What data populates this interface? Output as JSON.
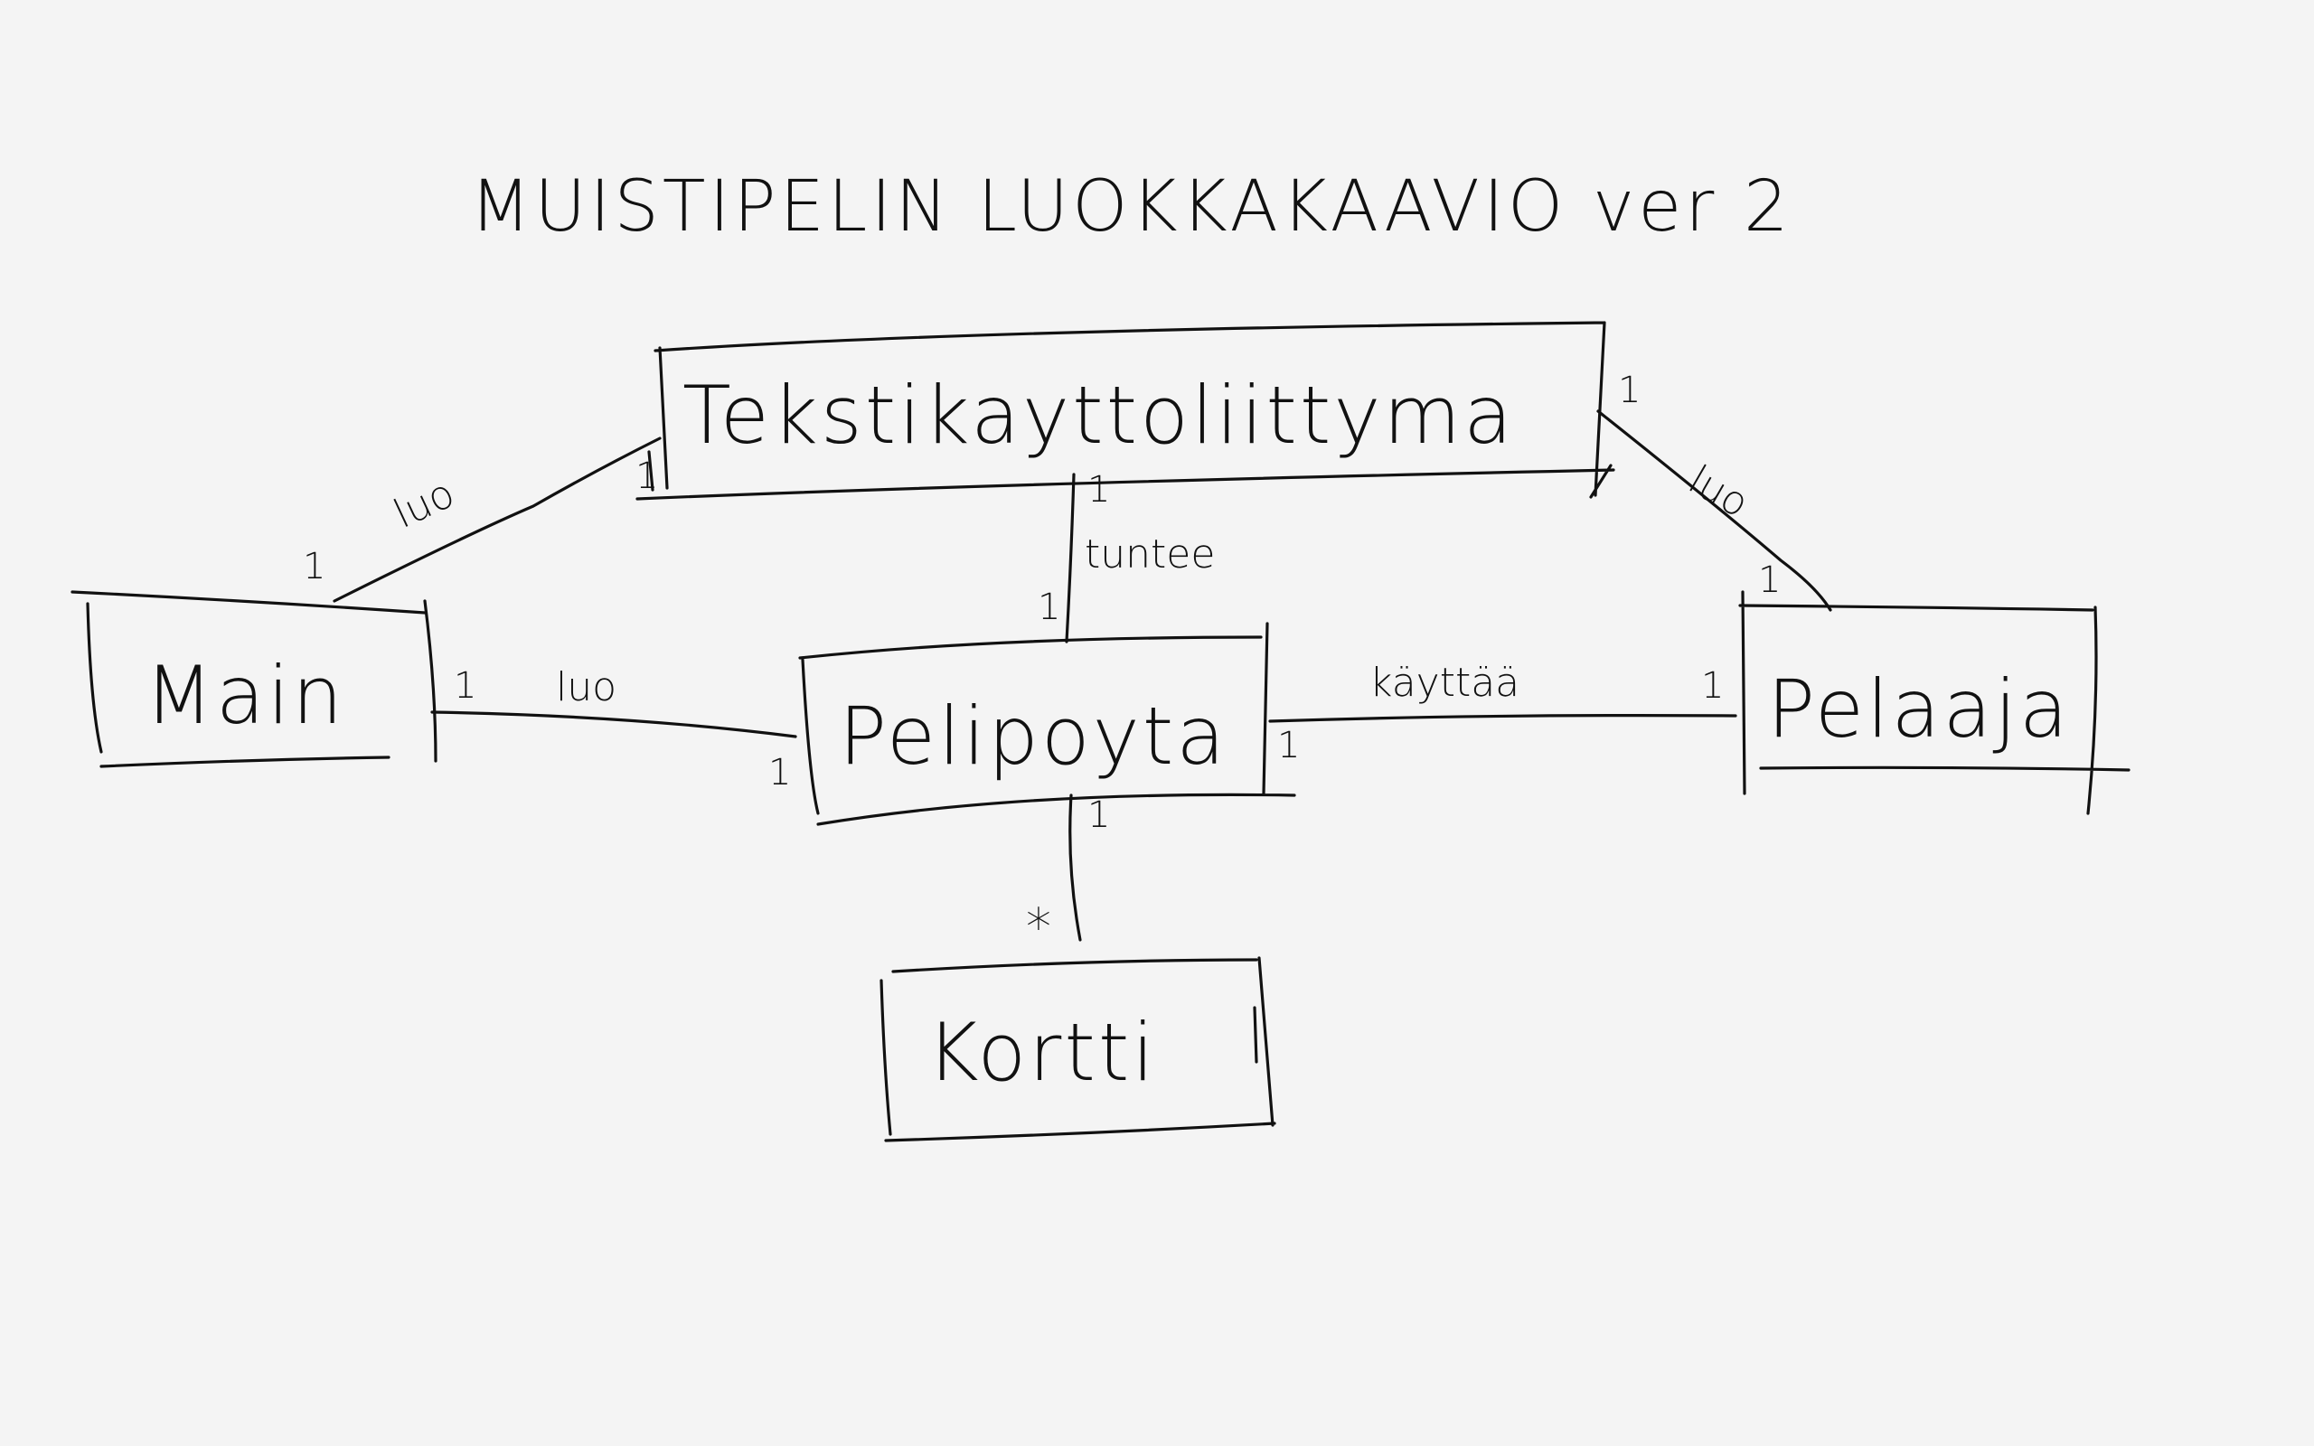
{
  "title": "MUISTIPELIN LUOKKAKAAVIO ver 2",
  "classes": {
    "tekstikayttoliittyma": "Tekstikayttoliittyma",
    "main": "Main",
    "pelipoyta": "Pelipoyta",
    "pelaaja": "Pelaaja",
    "kortti": "Kortti"
  },
  "associations": {
    "main_ui": {
      "label": "luo",
      "mult_ui": "1",
      "mult_main": "1"
    },
    "ui_pelaaja": {
      "label": "luo",
      "mult_ui": "1",
      "mult_pelaaja": "1"
    },
    "ui_pelipoyta": {
      "label": "tuntee",
      "mult_ui": "1",
      "mult_pelipoyta": "1"
    },
    "main_pelipoyta": {
      "label": "luo",
      "mult_main": "1",
      "mult_pelipoyta": "1"
    },
    "pelipoyta_pelaaja": {
      "label": "käyttää",
      "mult_pelipoyta": "1",
      "mult_pelaaja": "1"
    },
    "pelipoyta_kortti": {
      "mult_pelipoyta": "1",
      "mult_kortti": "*"
    }
  }
}
